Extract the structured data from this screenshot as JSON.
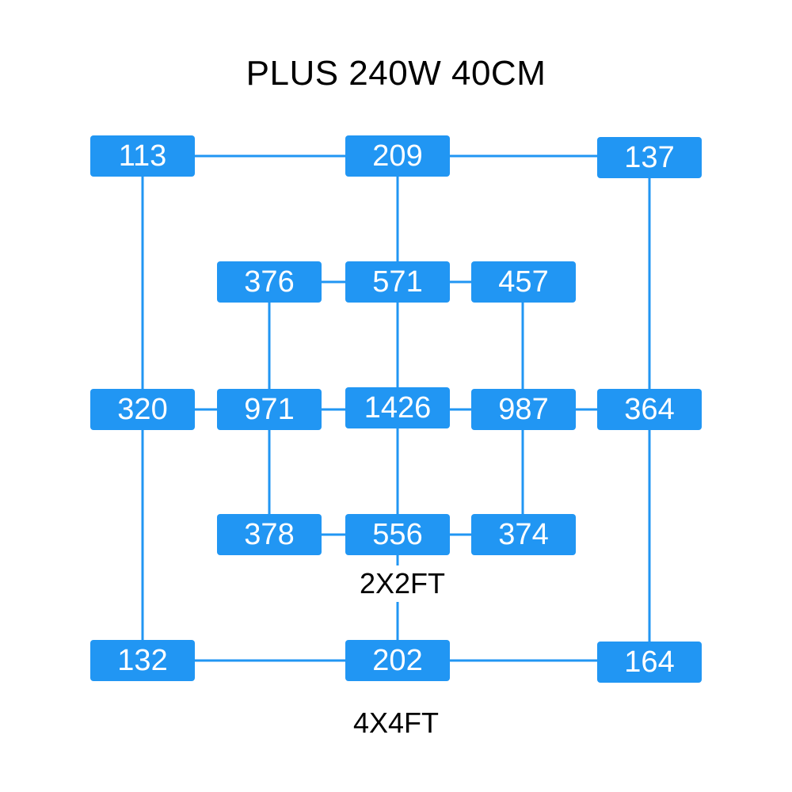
{
  "title": "PLUS 240W 40CM",
  "colors": {
    "cell_fill": "#2196f3",
    "cell_text": "#ffffff",
    "connector": "#2196f3",
    "text": "#000000"
  },
  "zones": {
    "inner_label": "2X2FT",
    "outer_label": "4X4FT"
  },
  "grid": {
    "outer_top": [
      "113",
      "209",
      "137"
    ],
    "inner_top": [
      "376",
      "571",
      "457"
    ],
    "middle": [
      "320",
      "971",
      "1426",
      "987",
      "364"
    ],
    "inner_bottom": [
      "378",
      "556",
      "374"
    ],
    "outer_bottom": [
      "132",
      "202",
      "164"
    ]
  }
}
